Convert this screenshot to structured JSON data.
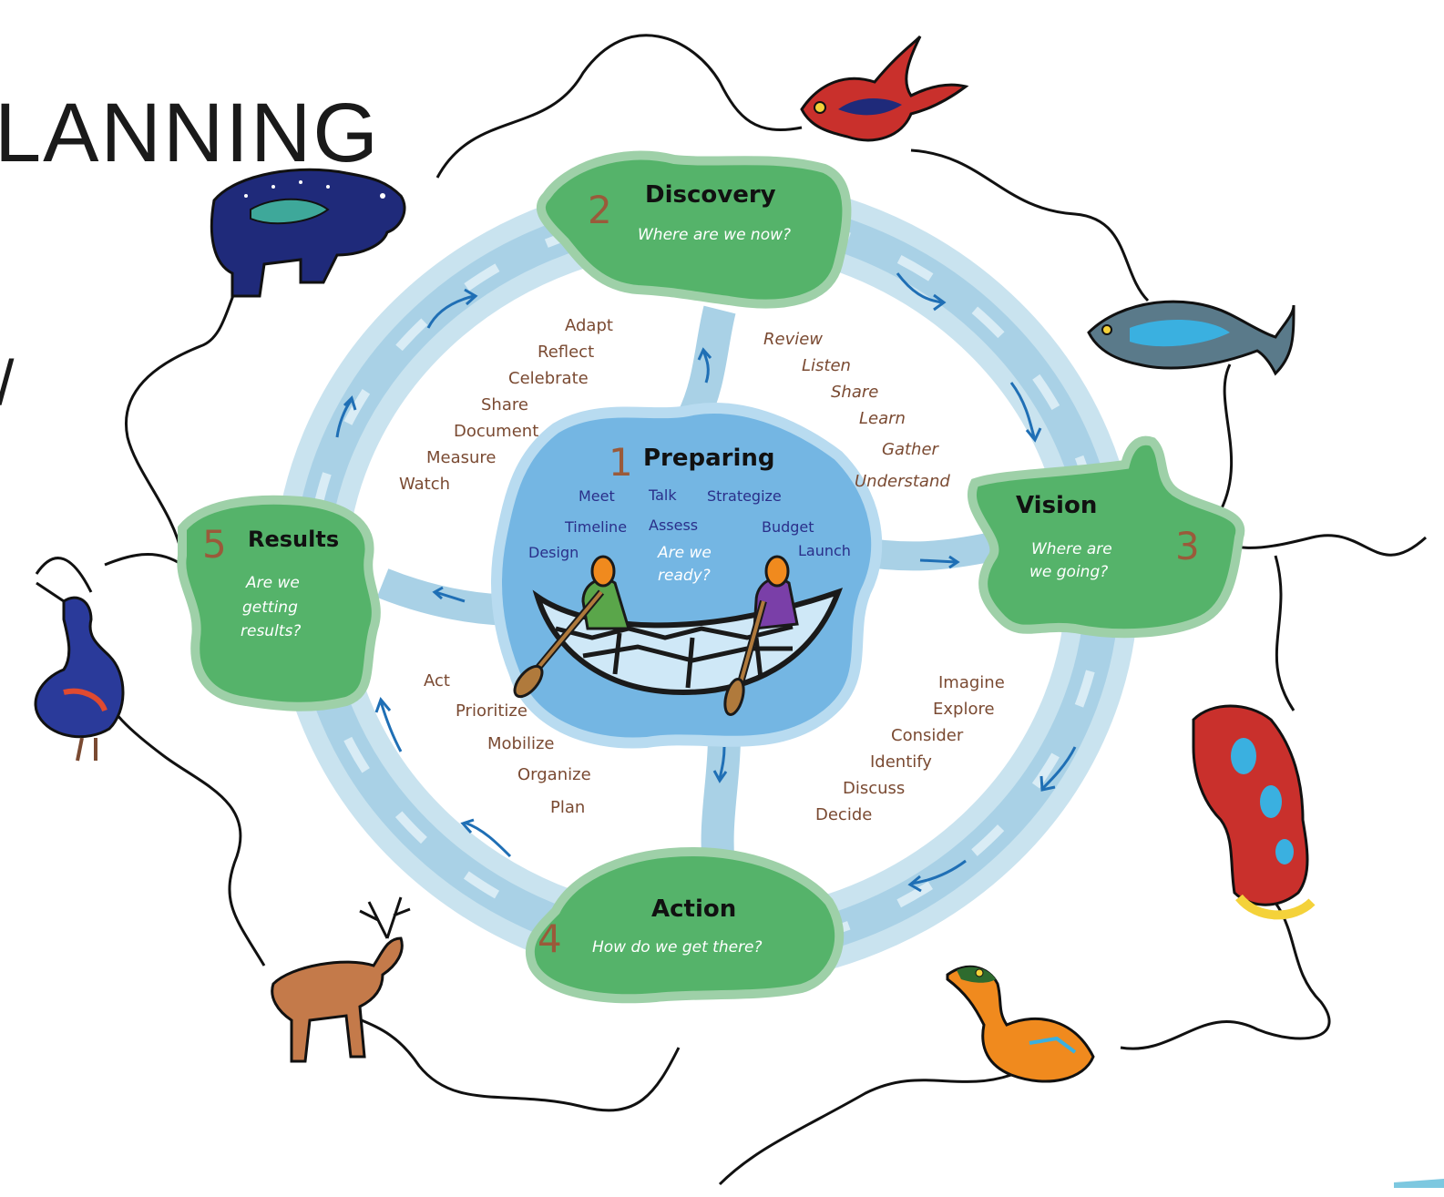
{
  "title_fragment": "LANNING",
  "partial_glyph": "/",
  "colors": {
    "island": "#57b46a",
    "island_edge": "#8fcaa0",
    "river": "#bcdcec",
    "river_dark": "#9cc8e0",
    "center_lake": "#6fb0e0",
    "number": "#9a5a3a",
    "verb": "#7a4a32",
    "center_text": "#2a2f8a"
  },
  "stages": {
    "preparing": {
      "number": "1",
      "name": "Preparing",
      "question_line1": "Are we",
      "question_line2": "ready?"
    },
    "discovery": {
      "number": "2",
      "name": "Discovery",
      "question": "Where are we now?"
    },
    "vision": {
      "number": "3",
      "name": "Vision",
      "question_line1": "Where are",
      "question_line2": "we going?"
    },
    "action": {
      "number": "4",
      "name": "Action",
      "question": "How do we get there?"
    },
    "results": {
      "number": "5",
      "name": "Results",
      "question_line1": "Are we",
      "question_line2": "getting",
      "question_line3": "results?"
    }
  },
  "preparing_words": [
    "Meet",
    "Talk",
    "Strategize",
    "Timeline",
    "Assess",
    "Budget",
    "Design",
    "Launch"
  ],
  "results_to_discovery_words": [
    "Adapt",
    "Reflect",
    "Celebrate",
    "Share",
    "Document",
    "Measure",
    "Watch"
  ],
  "discovery_to_vision_words": [
    "Review",
    "Listen",
    "Share",
    "Learn",
    "Gather",
    "Understand"
  ],
  "vision_to_action_words": [
    "Imagine",
    "Explore",
    "Consider",
    "Identify",
    "Discuss",
    "Decide"
  ],
  "action_to_results_words": [
    "Act",
    "Prioritize",
    "Mobilize",
    "Organize",
    "Plan"
  ],
  "animals": [
    "bear",
    "thunderbird",
    "fish",
    "otter",
    "loon",
    "deer",
    "heron"
  ]
}
